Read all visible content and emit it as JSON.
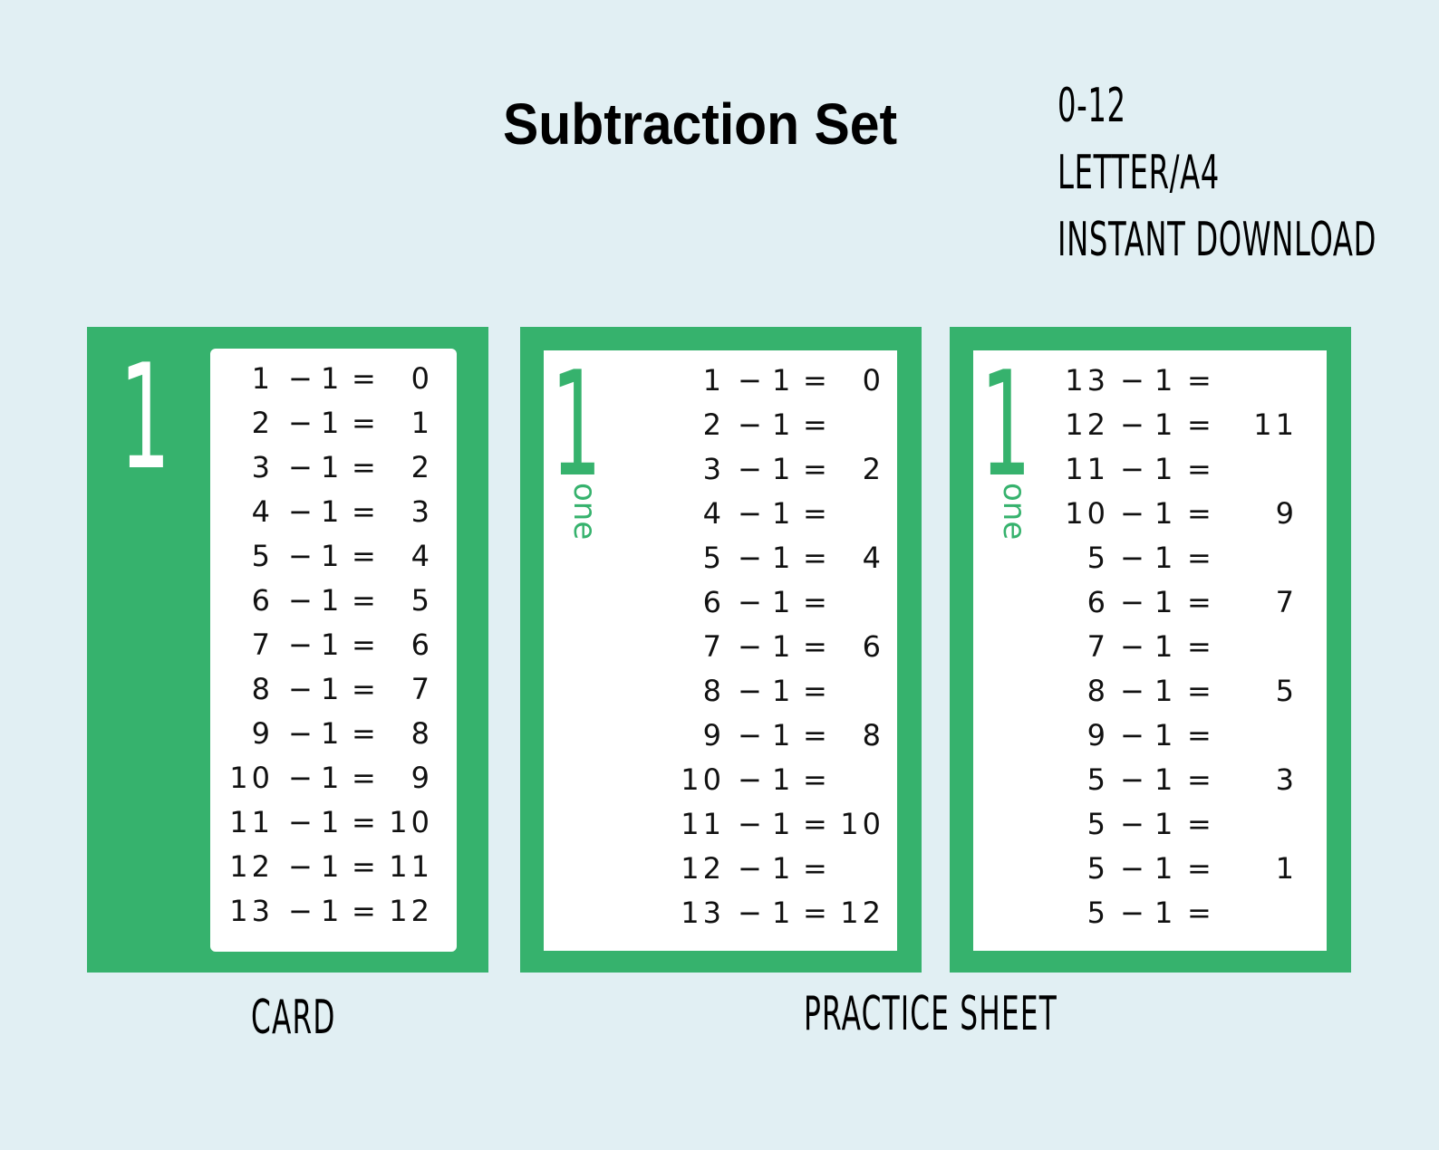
{
  "title": "Subtraction Set",
  "info": [
    "0-12",
    "LETTER/A4",
    "INSTANT DOWNLOAD"
  ],
  "captions": {
    "card": "CARD",
    "practice": "PRACTICE SHEET"
  },
  "number": "1",
  "number_word": "one",
  "colors": {
    "green": "#36b26d",
    "background": "#e1eff3"
  },
  "card": {
    "rows": [
      {
        "a": "1",
        "b": "1",
        "r": "0"
      },
      {
        "a": "2",
        "b": "1",
        "r": "1"
      },
      {
        "a": "3",
        "b": "1",
        "r": "2"
      },
      {
        "a": "4",
        "b": "1",
        "r": "3"
      },
      {
        "a": "5",
        "b": "1",
        "r": "4"
      },
      {
        "a": "6",
        "b": "1",
        "r": "5"
      },
      {
        "a": "7",
        "b": "1",
        "r": "6"
      },
      {
        "a": "8",
        "b": "1",
        "r": "7"
      },
      {
        "a": "9",
        "b": "1",
        "r": "8"
      },
      {
        "a": "10",
        "b": "1",
        "r": "9"
      },
      {
        "a": "11",
        "b": "1",
        "r": "10"
      },
      {
        "a": "12",
        "b": "1",
        "r": "11"
      },
      {
        "a": "13",
        "b": "1",
        "r": "12"
      }
    ]
  },
  "practice1": {
    "rows": [
      {
        "a": "1",
        "b": "1",
        "r": "0"
      },
      {
        "a": "2",
        "b": "1",
        "r": ""
      },
      {
        "a": "3",
        "b": "1",
        "r": "2"
      },
      {
        "a": "4",
        "b": "1",
        "r": ""
      },
      {
        "a": "5",
        "b": "1",
        "r": "4"
      },
      {
        "a": "6",
        "b": "1",
        "r": ""
      },
      {
        "a": "7",
        "b": "1",
        "r": "6"
      },
      {
        "a": "8",
        "b": "1",
        "r": ""
      },
      {
        "a": "9",
        "b": "1",
        "r": "8"
      },
      {
        "a": "10",
        "b": "1",
        "r": ""
      },
      {
        "a": "11",
        "b": "1",
        "r": "10"
      },
      {
        "a": "12",
        "b": "1",
        "r": ""
      },
      {
        "a": "13",
        "b": "1",
        "r": "12"
      }
    ]
  },
  "practice2": {
    "rows": [
      {
        "a": "13",
        "b": "1",
        "r": ""
      },
      {
        "a": "12",
        "b": "1",
        "r": "11"
      },
      {
        "a": "11",
        "b": "1",
        "r": ""
      },
      {
        "a": "10",
        "b": "1",
        "r": "9"
      },
      {
        "a": "5",
        "b": "1",
        "r": ""
      },
      {
        "a": "6",
        "b": "1",
        "r": "7"
      },
      {
        "a": "7",
        "b": "1",
        "r": ""
      },
      {
        "a": "8",
        "b": "1",
        "r": "5"
      },
      {
        "a": "9",
        "b": "1",
        "r": ""
      },
      {
        "a": "5",
        "b": "1",
        "r": "3"
      },
      {
        "a": "5",
        "b": "1",
        "r": ""
      },
      {
        "a": "5",
        "b": "1",
        "r": "1"
      },
      {
        "a": "5",
        "b": "1",
        "r": ""
      }
    ]
  },
  "minus": "−",
  "equals": "="
}
